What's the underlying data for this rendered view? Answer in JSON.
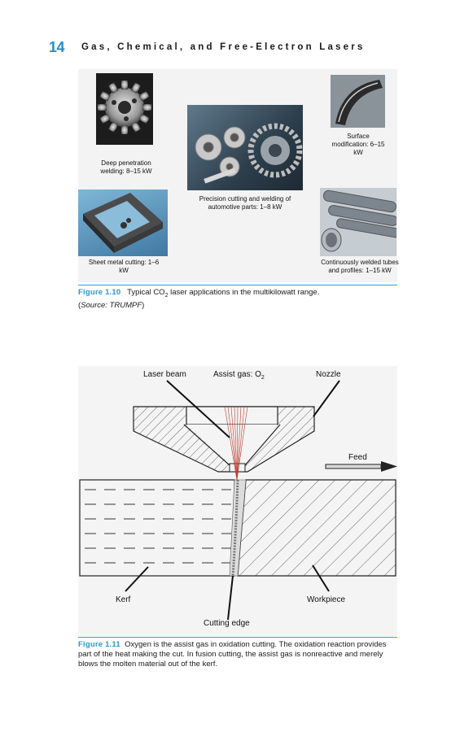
{
  "header": {
    "page_number": "14",
    "running_title": "Gas, Chemical, and Free-Electron Lasers"
  },
  "figure1": {
    "panels": {
      "deep_penetration": "Deep penetration welding: 8–15 kW",
      "precision_cutting": "Precision cutting and welding of automotive parts: 1–8 kW",
      "surface_modification": "Surface modification: 6–15 kW",
      "sheet_metal": "Sheet metal cutting: 1–6 kW",
      "tubes": "Continuously welded tubes and profiles: 1–15 kW"
    },
    "caption_label": "Figure 1.10",
    "caption_text_pre": "Typical CO",
    "caption_sub": "2",
    "caption_text_post": " laser applications in the multikilowatt range.",
    "caption_source_open": "(",
    "caption_source": "Source: TRUMPF",
    "caption_source_close": ")"
  },
  "figure2": {
    "labels": {
      "laser_beam": "Laser beam",
      "assist_gas_pre": "Assist gas: O",
      "assist_gas_sub": "2",
      "nozzle": "Nozzle",
      "feed": "Feed",
      "kerf": "Kerf",
      "workpiece": "Workpiece",
      "cutting_edge": "Cutting edge"
    },
    "caption_label": "Figure 1.11",
    "caption_text": "Oxygen is the assist gas in oxidation cutting. The oxidation reaction provides part of the heat making the cut. In fusion cutting, the assist gas is nonreactive and merely blows the molten material out of the kerf."
  }
}
